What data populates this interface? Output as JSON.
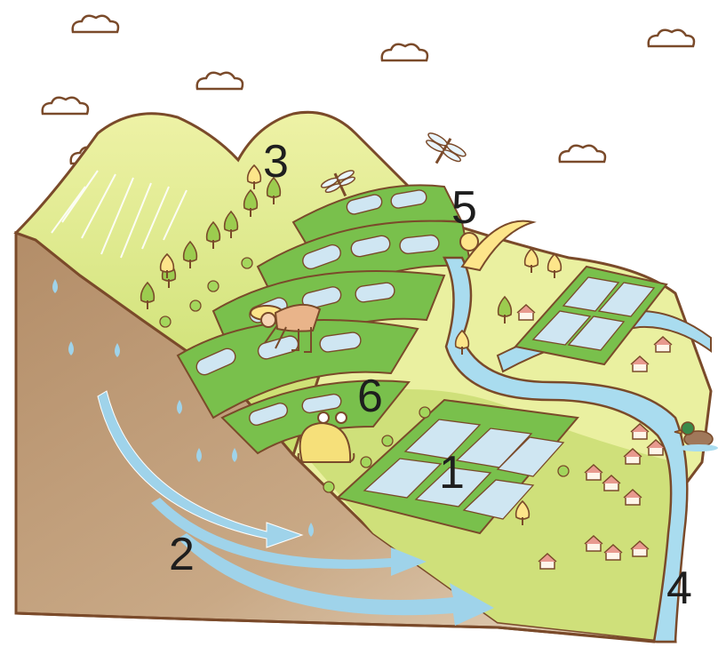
{
  "labels": {
    "one": "1",
    "two": "2",
    "three": "3",
    "four": "4",
    "five": "5",
    "six": "6"
  },
  "colors": {
    "soil": "#b89572",
    "soil_light": "#d9c3a8",
    "hill": "#cfe07a",
    "hill_light": "#eaf0a0",
    "field_green": "#79c04c",
    "paddy_water": "#cfe6f2",
    "river": "#a9dcef",
    "groundwater": "#9fd3ea",
    "outline": "#7a4a2a",
    "tree": "#8bc34a"
  }
}
